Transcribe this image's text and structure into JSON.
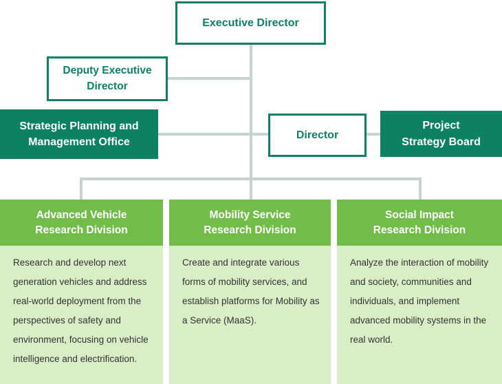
{
  "nodes": {
    "executive_director": "Executive Director",
    "deputy_executive_director": "Deputy Executive\nDirector",
    "strategic_planning_office": "Strategic Planning and\nManagement Office",
    "director": "Director",
    "project_strategy_board": "Project\nStrategy Board"
  },
  "divisions": [
    {
      "title": "Advanced Vehicle\nResearch Division",
      "description": "Research and develop next generation vehicles and address real-world deployment from the perspectives of safety and environment, focusing on vehicle intelligence and electrification."
    },
    {
      "title": "Mobility Service\nResearch Division",
      "description": "Create and integrate various forms of mobility services, and establish platforms for Mobility as a Service (MaaS)."
    },
    {
      "title": "Social Impact\nResearch Division",
      "description": "Analyze the interaction of mobility and society, communities and individuals, and implement advanced mobility systems in the real world."
    }
  ],
  "colors": {
    "brand_dark_green": "#0d8164",
    "division_header_green": "#72bc4a",
    "division_body_green": "#d8eec6",
    "connector_gray": "#c6d4d1",
    "body_text": "#333333"
  }
}
